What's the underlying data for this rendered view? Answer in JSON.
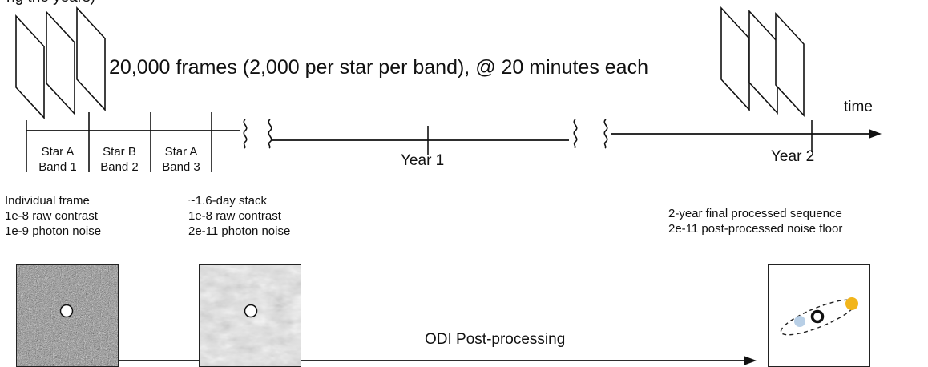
{
  "header_fragment": "ng the years)",
  "frames_caption": "20,000 frames (2,000 per star per band), @ 20 minutes each",
  "time_label": "time",
  "sequence": [
    {
      "star": "Star A",
      "band": "Band 1"
    },
    {
      "star": "Star B",
      "band": "Band 2"
    },
    {
      "star": "Star A",
      "band": "Band 3"
    }
  ],
  "year1_label": "Year 1",
  "year2_label": "Year 2",
  "individual_frame": {
    "title": "Individual frame",
    "contrast": "1e-8 raw contrast",
    "noise": "1e-9 photon noise"
  },
  "stack": {
    "title": "~1.6-day stack",
    "contrast": "1e-8 raw contrast",
    "noise": "2e-11 photon noise"
  },
  "final": {
    "title": "2-year final processed sequence",
    "noise": "2e-11 post-processed noise floor"
  },
  "post_processing_label": "ODI Post-processing",
  "colors": {
    "planet_orange": "#f2b51a",
    "planet_blue": "#b8cfe6",
    "line": "#111111"
  }
}
